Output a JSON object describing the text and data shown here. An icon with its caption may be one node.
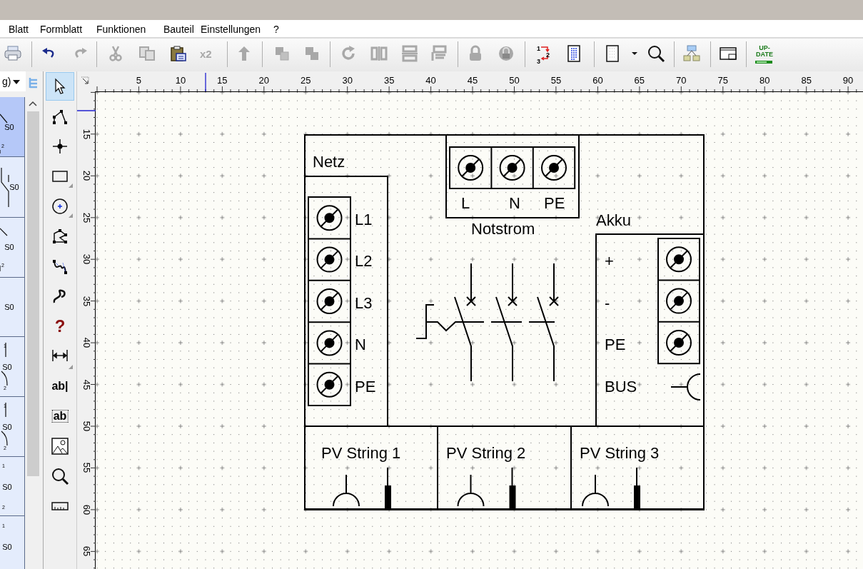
{
  "diagram": {
    "nodes": [
      {
        "text": [],
        "shape": "box"
      },
      {
        "text": [
          "Netz",
          "L1",
          "L2",
          "L3",
          "N",
          "PE"
        ],
        "in": 0
      },
      {
        "text": [
          "L",
          "N",
          "PE",
          "Notstrom"
        ],
        "in": 0
      },
      {
        "text": [
          "Akku",
          "+",
          "-",
          "PE",
          "BUS"
        ],
        "in": 0
      },
      {
        "text": [
          "PV String 1"
        ],
        "in": 0
      },
      {
        "text": [
          "PV String 2"
        ],
        "in": 0
      },
      {
        "text": [
          "PV String 3"
        ],
        "in": 0
      }
    ],
    "labels": [
      "Blatt",
      "Formblatt",
      "Funktionen",
      "Bauteil",
      "Einstellungen",
      "?",
      "x2",
      "1",
      "2",
      "3",
      "UP-DATE",
      "5",
      "10",
      "15",
      "20",
      "25",
      "30",
      "35",
      "40",
      "45",
      "50",
      "55",
      "60",
      "65",
      "70",
      "75",
      "80",
      "85",
      "90",
      "g)",
      "S0",
      "2",
      "S0",
      "S0",
      "2",
      "S0",
      "1",
      "S0",
      "2",
      "1",
      "S0",
      "2",
      "1",
      "S0",
      "2",
      "1",
      "S0",
      "?",
      "ab|",
      "ab",
      "15",
      "20",
      "25",
      "30",
      "35",
      "40",
      "45",
      "50",
      "55",
      "60",
      "65"
    ]
  }
}
